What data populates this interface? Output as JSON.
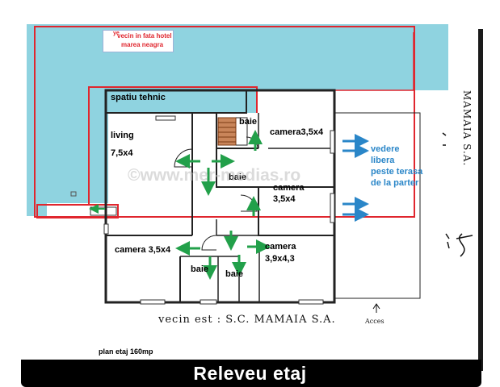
{
  "neighbor_north": {
    "line1": "vecin  in fata hotel",
    "line2": "marea neagra",
    "prefix": "ye"
  },
  "rooms": {
    "technical": "spatiu tehnic",
    "living_name": "living",
    "living_size": "7,5x4",
    "bath_top": "baie",
    "camera_ne": "camera3,5x4",
    "bath_mid": "baie",
    "camera_mid_name": "camera",
    "camera_mid_size": "3,5x4",
    "camera_sw": "camera 3,5x4",
    "camera_se_name": "camera",
    "camera_se_size": "3,9x4,3",
    "bath_low_left": "baie",
    "bath_low_right": "baie"
  },
  "view_note": [
    "vedere",
    "libera",
    "peste terasa",
    "de la parter"
  ],
  "right_label": "MAMAIA S.A.",
  "neighbor_east": "vecin est : S.C. MAMAIA S.A.",
  "acces": "Acces",
  "plan_label": "plan  etaj  160mp",
  "watermark": "©www.mer-medias.ro",
  "title": "Releveu  etaj",
  "colors": {
    "terrace": "#8fd3e0",
    "wall_red": "#e0262e",
    "arrow_green": "#22a04a",
    "arrow_blue": "#2a86c8",
    "note": "#2a86c8",
    "stair": "#a55a2a"
  }
}
